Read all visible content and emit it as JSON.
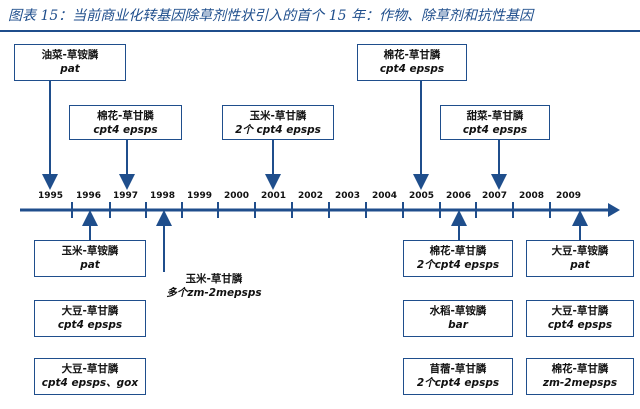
{
  "title": "图表 15：当前商业化转基因除草剂性状引入的首个 15 年：作物、除草剂和抗性基因",
  "colors": {
    "line": "#1f4e8c",
    "box_border": "#1f4e8c"
  },
  "years": [
    "1995",
    "1996",
    "1997",
    "1998",
    "1999",
    "2000",
    "2001",
    "2002",
    "2003",
    "2004",
    "2005",
    "2006",
    "2007",
    "2008",
    "2009"
  ],
  "events_above": [
    {
      "crop": "油菜-草铵膦",
      "gene": "pat"
    },
    {
      "crop": "棉花-草甘膦",
      "gene": "cpt4 epsps"
    },
    {
      "crop": "玉米-草甘膦",
      "gene": "2个 cpt4 epsps"
    },
    {
      "crop": "棉花-草甘膦",
      "gene": "cpt4 epsps"
    },
    {
      "crop": "甜菜-草甘膦",
      "gene": "cpt4 epsps"
    }
  ],
  "events_below": [
    {
      "crop": "玉米-草铵膦",
      "gene": "pat"
    },
    {
      "crop": "大豆-草甘膦",
      "gene": "cpt4 epsps"
    },
    {
      "crop": "大豆-草甘膦",
      "gene": "cpt4 epsps、gox"
    },
    {
      "crop": "玉米-草甘膦",
      "gene": "多个zm-2mepsps"
    },
    {
      "crop": "棉花-草甘膦",
      "gene": "2个cpt4 epsps"
    },
    {
      "crop": "水稻-草铵膦",
      "gene": "bar"
    },
    {
      "crop": "苜蓿-草甘膦",
      "gene": "2个cpt4 epsps"
    },
    {
      "crop": "大豆-草铵膦",
      "gene": "pat"
    },
    {
      "crop": "大豆-草甘膦",
      "gene": "cpt4 epsps"
    },
    {
      "crop": "棉花-草甘膦",
      "gene": "zm-2mepsps"
    }
  ]
}
